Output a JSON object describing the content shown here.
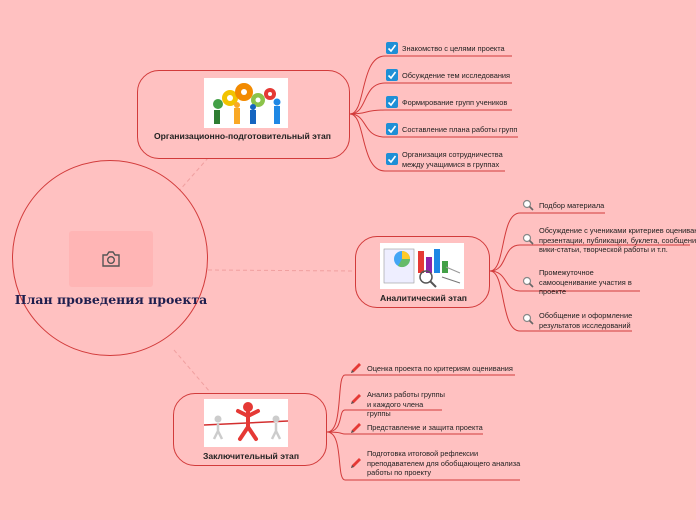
{
  "central": {
    "title": "План  проведения  проекта",
    "icon": "camera-icon"
  },
  "stages": [
    {
      "label": "Организационно-подготовительный этап",
      "items": [
        "Знакомство с целями проекта",
        "Обсуждение тем исследования",
        "Формирование групп учеников",
        "Составление плана работы групп",
        "Организация сотрудничества между учащимися в группах"
      ]
    },
    {
      "label": "Аналитический этап",
      "items": [
        "Подбор материала",
        "Обсуждение с учениками критериев оценивания презентации, публикации, буклета, сообщения, вики-статьи, творческой работы и т.п.",
        "Промежуточное самооценивание участия в проекте",
        "Обобщение и оформление результатов исследований"
      ]
    },
    {
      "label": "Заключительный этап",
      "items": [
        "Оценка проекта по критериям оценивания",
        "Анализ работы группы и каждого члена группы",
        "Представление и защита проекта",
        "Подготовка итоговой рефлексии преподавателем для обобщающего анализа работы по проекту"
      ]
    }
  ],
  "colors": {
    "background": "#ffc1c1",
    "border": "#d23b3b",
    "checkbox": "#1e8fd6"
  }
}
